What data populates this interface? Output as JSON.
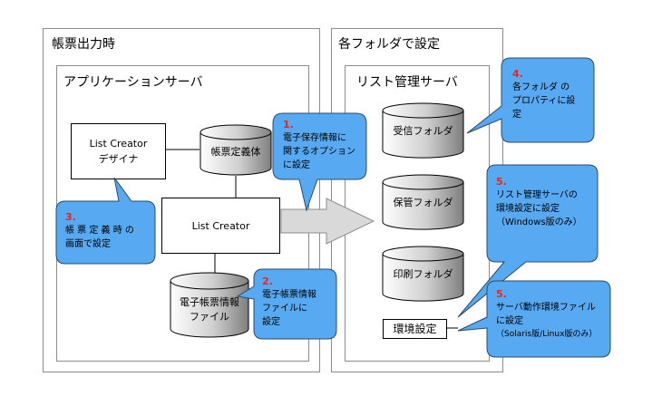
{
  "panels": {
    "print_time": "帳票出力時",
    "app_server": "アプリケーションサーバ",
    "folder_settings": "各フォルダで設定",
    "list_server": "リスト管理サーバ"
  },
  "components": {
    "designer_line1": "List Creator",
    "designer_line2": "デザイナ",
    "form_definition": "帳票定義体",
    "list_creator": "List Creator",
    "e_form_file_line1": "電子帳票情報",
    "e_form_file_line2": "ファイル",
    "received_folder": "受信フォルダ",
    "storage_folder": "保管フォルダ",
    "print_folder": "印刷フォルダ",
    "env_settings": "環境設定"
  },
  "callouts": [
    {
      "num": "1.",
      "lines": [
        "電子保存情報に",
        "関するオプション",
        "に設定"
      ]
    },
    {
      "num": "2.",
      "lines": [
        "電子帳票情報",
        "ファイルに",
        "設定"
      ]
    },
    {
      "num": "3.",
      "lines": [
        "帳 票 定 義 時 の",
        "画面で設定"
      ]
    },
    {
      "num": "4.",
      "lines": [
        "各フォルダ の",
        "プロパティに設",
        "定"
      ]
    },
    {
      "num": "5.",
      "lines": [
        "リスト管理サーバの",
        "環境設定に設定",
        "（Windows版のみ）"
      ]
    },
    {
      "num": "5.",
      "lines": [
        "サーバ動作環境ファイル",
        "に設定",
        "（Solaris版/Linux版のみ）"
      ]
    }
  ],
  "colors": {
    "callout_fill": "#57a9f2",
    "cylinder_light": "#ffffff",
    "cylinder_dark": "#7f7f7f",
    "number_red": "#e8261c",
    "arrow_fill": "#d9d9d9"
  }
}
